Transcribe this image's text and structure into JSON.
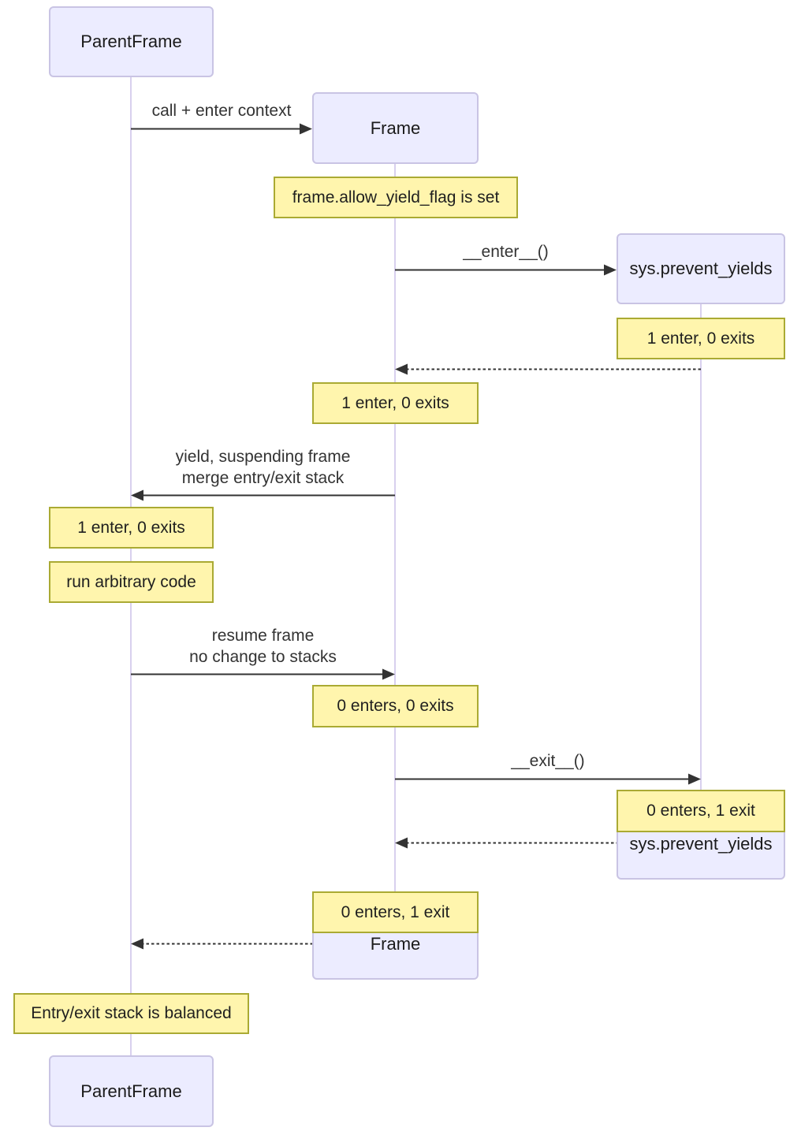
{
  "diagram": {
    "type": "sequence-diagram",
    "participants": [
      {
        "id": "ParentFrame",
        "label": "ParentFrame"
      },
      {
        "id": "Frame",
        "label": "Frame"
      },
      {
        "id": "sys.prevent_yields",
        "label": "sys.prevent_yields"
      }
    ],
    "messages": [
      {
        "text": "call + enter context",
        "from": "ParentFrame",
        "to": "Frame",
        "line": "solid"
      },
      {
        "text": "__enter__()",
        "from": "Frame",
        "to": "sys.prevent_yields",
        "line": "solid"
      },
      {
        "text": "",
        "from": "sys.prevent_yields",
        "to": "Frame",
        "line": "dashed"
      },
      {
        "lines": [
          "yield, suspending frame",
          "merge entry/exit stack"
        ],
        "from": "Frame",
        "to": "ParentFrame",
        "line": "solid"
      },
      {
        "lines": [
          "resume frame",
          "no change to stacks"
        ],
        "from": "ParentFrame",
        "to": "Frame",
        "line": "solid"
      },
      {
        "text": "__exit__()",
        "from": "Frame",
        "to": "sys.prevent_yields",
        "line": "solid"
      },
      {
        "text": "",
        "from": "sys.prevent_yields",
        "to": "Frame",
        "line": "dashed"
      },
      {
        "text": "",
        "from": "Frame",
        "to": "ParentFrame",
        "line": "dashed"
      }
    ],
    "notes": [
      {
        "text": "frame.allow_yield_flag is set",
        "over": "Frame"
      },
      {
        "text": "1 enter, 0 exits",
        "over": "sys.prevent_yields"
      },
      {
        "text": "1 enter, 0 exits",
        "over": "Frame"
      },
      {
        "text": "1 enter, 0 exits",
        "over": "ParentFrame"
      },
      {
        "text": "run arbitrary code",
        "over": "ParentFrame"
      },
      {
        "text": "0 enters, 0 exits",
        "over": "Frame"
      },
      {
        "text": "0 enters, 1 exit",
        "over": "sys.prevent_yields"
      },
      {
        "text": "0 enters, 1 exit",
        "over": "Frame"
      },
      {
        "text": "Entry/exit stack is balanced",
        "over": "ParentFrame"
      }
    ],
    "colors": {
      "participant_fill": "#ECECFF",
      "participant_border": "#C9C4E4",
      "note_fill": "#FFF5AD",
      "note_border": "#AAAA33",
      "message_line": "#333333",
      "message_text": "#333333",
      "lifeline": "#D8D0EE",
      "background": "#FFFFFF"
    }
  }
}
